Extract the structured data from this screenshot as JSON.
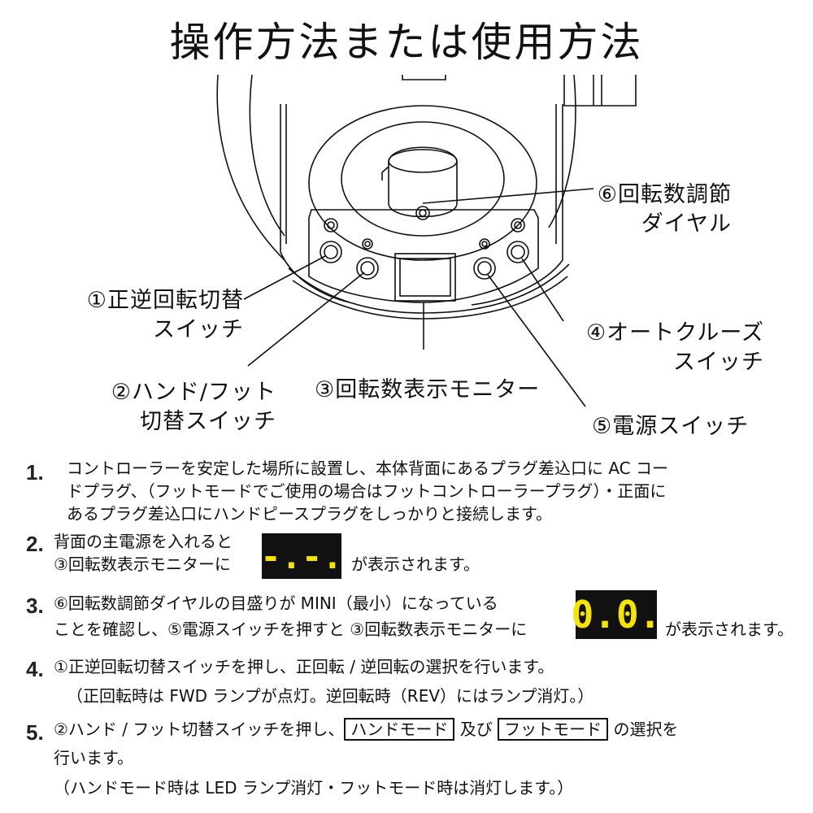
{
  "title": "操作方法または使用方法",
  "callouts": {
    "dial": [
      "⑥回転数調節",
      "ダイヤル"
    ],
    "fwd_rev": [
      "①正逆回転切替",
      "スイッチ"
    ],
    "auto_cruise": [
      "④オートクルーズ",
      "スイッチ"
    ],
    "hand_foot": [
      "②ハンド/フット",
      "切替スイッチ"
    ],
    "monitor": "③回転数表示モニター",
    "power": "⑤電源スイッチ"
  },
  "steps": [
    {
      "number": "1.",
      "lines": [
        "コントローラーを安定した場所に設置し、本体背面にあるプラグ差込口に AC コー",
        "ドプラグ、（フットモードでご使用の場合はフットコントローラープラグ）・正面に",
        "あるプラグ差込口にハンドピースプラグをしっかりと接続します。"
      ]
    },
    {
      "number": "2.",
      "line1": "背面の主電源を入れると",
      "line2": "③回転数表示モニターに",
      "display": "-.-.",
      "tail": "が表示されます。"
    },
    {
      "number": "3.",
      "line1": "⑥回転数調節ダイヤルの目盛りが MINI（最小）になっている",
      "line2": "ことを確認し、⑤電源スイッチを押すと ③回転数表示モニターに",
      "display": "0.0.",
      "tail": "が表示されます。"
    },
    {
      "number": "4.",
      "line1": "①正逆回転切替スイッチを押し、正回転 / 逆回転の選択を行います。",
      "line2": "（正回転時は FWD ランプが点灯。逆回転時（REV）にはランプ消灯。）"
    },
    {
      "number": "5.",
      "line1_pre": "②ハンド / フット切替スイッチを押し、",
      "box1": "ハンドモード",
      "mid": "及び",
      "box2": "フットモード",
      "line1_post": "の選択を",
      "line2": "行います。",
      "line3": "（ハンドモード時は LED ランプ消灯・フットモード時は消灯します。）"
    }
  ],
  "colors": {
    "display_bg": "#111111",
    "display_fg": "#f5e400"
  }
}
